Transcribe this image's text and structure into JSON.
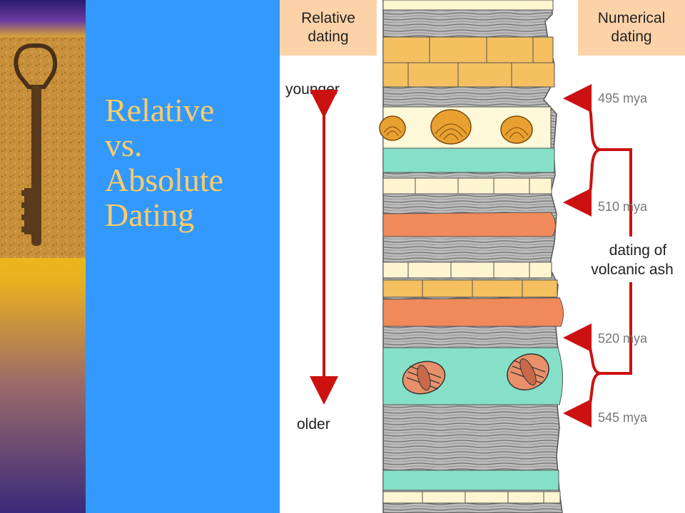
{
  "title_lines": [
    "Relative",
    "vs.",
    "Absolute",
    "Dating"
  ],
  "diagram": {
    "header_left": [
      "Relative",
      "dating"
    ],
    "header_right": [
      "Numerical",
      "dating"
    ],
    "younger_label": "younger",
    "older_label": "older",
    "date_labels": [
      "495 mya",
      "510 mya",
      "520 mya",
      "545 mya"
    ],
    "ash_label": [
      "dating of",
      "volcanic ash"
    ]
  },
  "colors": {
    "background_blue": "#3399ff",
    "title_text": "#ffcc66",
    "arrow_red": "#cc1111",
    "header_box": "#fcd3a8",
    "sandstone": "#f5c060",
    "volcanic_ash": "#f08a5a",
    "fossil_layer_green": "#86e0c8",
    "fossil_layer_cream": "#fdf8d8",
    "shale_gray": "#a9a9a9",
    "limestone_cream": "#fcf5d0"
  },
  "icons": [
    "key-photo",
    "clam-fossil-icon",
    "trilobite-fossil-icon"
  ]
}
